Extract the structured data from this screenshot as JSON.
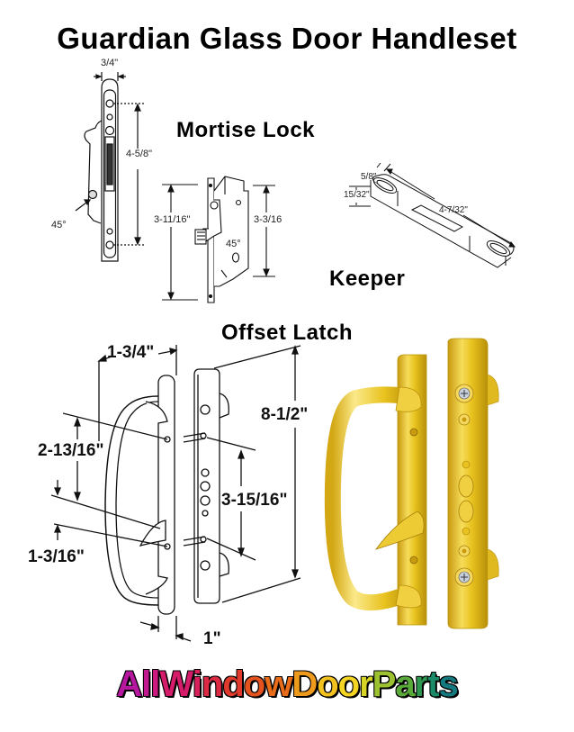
{
  "title": "Guardian Glass Door Handleset",
  "sections": {
    "mortise_lock": {
      "label": "Mortise Lock",
      "dimensions": {
        "faceplate_width": "3/4\"",
        "screw_spacing": "4-5/8\"",
        "angle_side": "45°",
        "body_height": "3-11/16\"",
        "case_height": "3-3/16",
        "angle_front": "45°"
      }
    },
    "keeper": {
      "label": "Keeper",
      "dimensions": {
        "width": "5/8\"",
        "height": "15/32\"",
        "length": "4-7/32\""
      }
    },
    "offset_latch": {
      "label": "Offset Latch",
      "dimensions": {
        "handle_offset": "1-3/4\"",
        "overall_height": "8-1/2\"",
        "top_to_latch": "2-13/16\"",
        "hole_spacing": "3-15/16\"",
        "latch_to_bottom": "1-3/16\"",
        "plate_thickness": "1\""
      }
    }
  },
  "colors": {
    "gold": "#e8c21e",
    "gold_dark": "#b8900a",
    "gold_light": "#fbe98a"
  },
  "brand": {
    "letters": [
      {
        "ch": "A",
        "color": "#b5179e"
      },
      {
        "ch": "l",
        "color": "#c2188f"
      },
      {
        "ch": "l",
        "color": "#cc1a7e"
      },
      {
        "ch": "W",
        "color": "#d41c6a"
      },
      {
        "ch": "i",
        "color": "#d8205a"
      },
      {
        "ch": "n",
        "color": "#dc2a44"
      },
      {
        "ch": "d",
        "color": "#df3a2c"
      },
      {
        "ch": "o",
        "color": "#e4521e"
      },
      {
        "ch": "w",
        "color": "#e86c1a"
      },
      {
        "ch": "D",
        "color": "#ee9a1c"
      },
      {
        "ch": "o",
        "color": "#f4c21e"
      },
      {
        "ch": "o",
        "color": "#f6d424"
      },
      {
        "ch": "r",
        "color": "#d8d426"
      },
      {
        "ch": "P",
        "color": "#9cc232"
      },
      {
        "ch": "a",
        "color": "#5aaa3a"
      },
      {
        "ch": "r",
        "color": "#2e9850"
      },
      {
        "ch": "t",
        "color": "#1b8a68"
      },
      {
        "ch": "s",
        "color": "#137a80"
      }
    ]
  }
}
